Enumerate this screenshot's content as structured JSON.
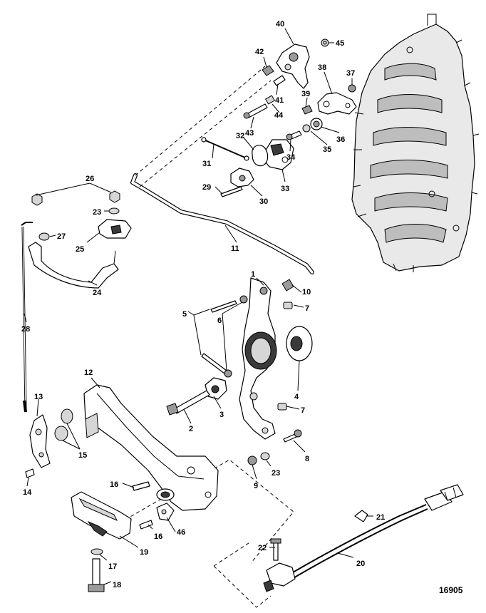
{
  "figure_number": "16905",
  "callouts": [
    "1",
    "2",
    "3",
    "4",
    "5",
    "6",
    "7",
    "8",
    "9",
    "10",
    "11",
    "12",
    "13",
    "14",
    "15",
    "16",
    "17",
    "18",
    "19",
    "20",
    "21",
    "22",
    "23",
    "24",
    "25",
    "26",
    "27",
    "28",
    "29",
    "30",
    "31",
    "32",
    "33",
    "34",
    "35",
    "36",
    "37",
    "38",
    "39",
    "40",
    "41",
    "42",
    "43",
    "44",
    "45",
    "46"
  ]
}
